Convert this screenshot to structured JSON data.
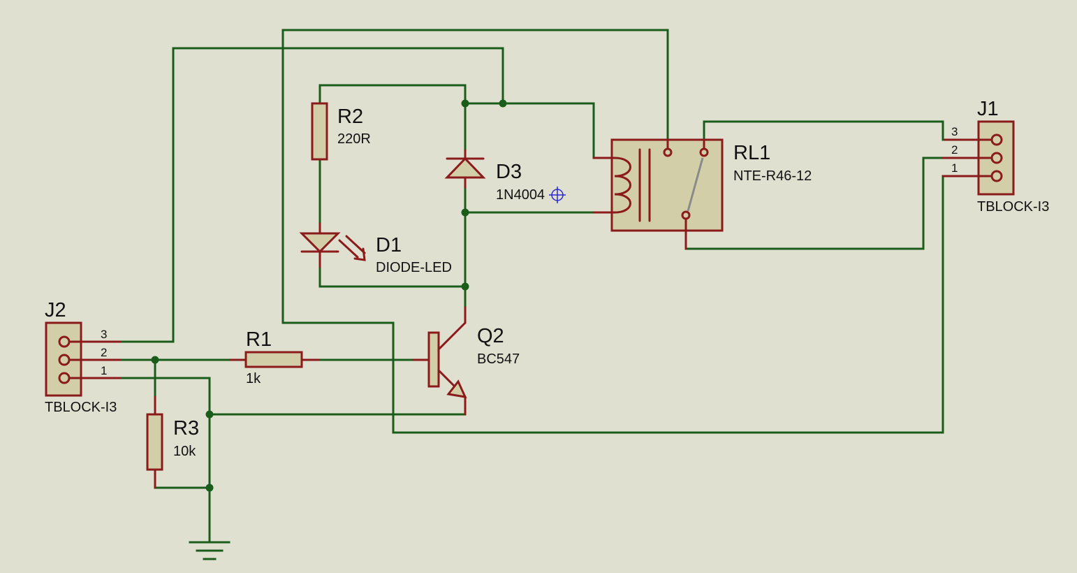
{
  "components": {
    "J2": {
      "ref": "J2",
      "value": "TBLOCK-I3",
      "pins": [
        "3",
        "2",
        "1"
      ]
    },
    "J1": {
      "ref": "J1",
      "value": "TBLOCK-I3",
      "pins": [
        "3",
        "2",
        "1"
      ]
    },
    "R1": {
      "ref": "R1",
      "value": "1k"
    },
    "R2": {
      "ref": "R2",
      "value": "220R"
    },
    "R3": {
      "ref": "R3",
      "value": "10k"
    },
    "D1": {
      "ref": "D1",
      "value": "DIODE-LED"
    },
    "D3": {
      "ref": "D3",
      "value": "1N4004"
    },
    "Q2": {
      "ref": "Q2",
      "value": "BC547"
    },
    "RL1": {
      "ref": "RL1",
      "value": "NTE-R46-12"
    }
  },
  "colors": {
    "background": "#e0e0d1",
    "wire": "#1a5c1a",
    "component": "#8b1a1a",
    "body_fill": "#d2cfa8",
    "cursor": "#2a2ad0"
  },
  "icons": {
    "cursor": "crosshair-icon",
    "ground": "ground-icon"
  }
}
